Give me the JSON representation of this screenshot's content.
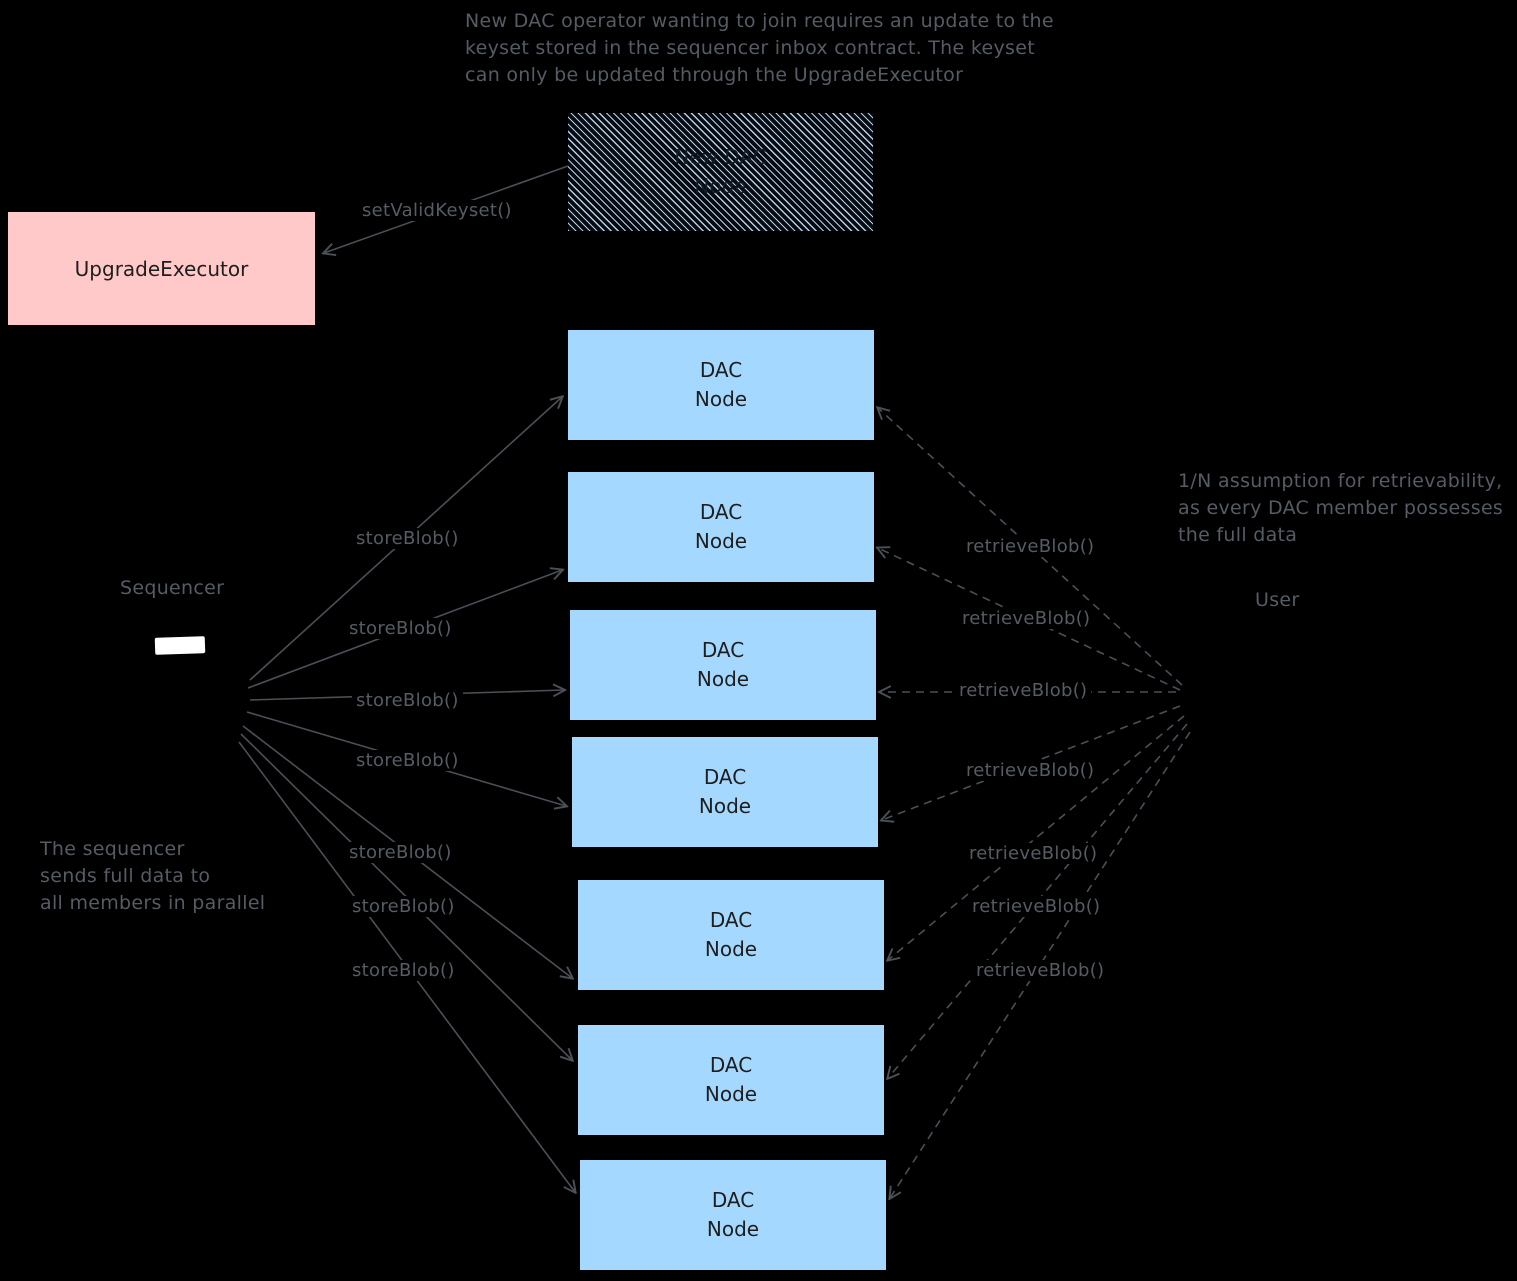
{
  "annotations": {
    "top": "New DAC operator wanting to join requires an update to the\nkeyset stored in the sequencer inbox contract. The keyset\ncan only be updated through the UpgradeExecutor",
    "sequencer_note": "The sequencer\nsends full data to\nall members in parallel",
    "retrievability_note": "1/N assumption for retrievability,\nas every DAC member possesses\nthe full data"
  },
  "actors": {
    "sequencer": "Sequencer",
    "user": "User"
  },
  "boxes": {
    "new_dac_node": "New DAC\nNode",
    "upgrade_executor": "UpgradeExecutor"
  },
  "dac_nodes": [
    {
      "label": "DAC\nNode"
    },
    {
      "label": "DAC\nNode"
    },
    {
      "label": "DAC\nNode"
    },
    {
      "label": "DAC\nNode"
    },
    {
      "label": "DAC\nNode"
    },
    {
      "label": "DAC\nNode"
    },
    {
      "label": "DAC\nNode"
    }
  ],
  "edge_labels": {
    "set_valid_keyset": "setValidKeyset()",
    "store": [
      "storeBlob()",
      "storeBlob()",
      "storeBlob()",
      "storeBlob()",
      "storeBlob()",
      "storeBlob()",
      "storeBlob()"
    ],
    "retrieve": [
      "retrieveBlob()",
      "retrieveBlob()",
      "retrieveBlob()",
      "retrieveBlob()",
      "retrieveBlob()",
      "retrieveBlob()",
      "retrieveBlob()"
    ]
  },
  "colors": {
    "background": "#000000",
    "dac_node_fill": "#a5d8ff",
    "upgrade_executor_fill": "#ffc9c9",
    "annotation_text": "#555c63",
    "arrow_stroke": "#4a5056",
    "box_text": "#1e1e1e",
    "sequencer_screen": "#ffffff"
  }
}
